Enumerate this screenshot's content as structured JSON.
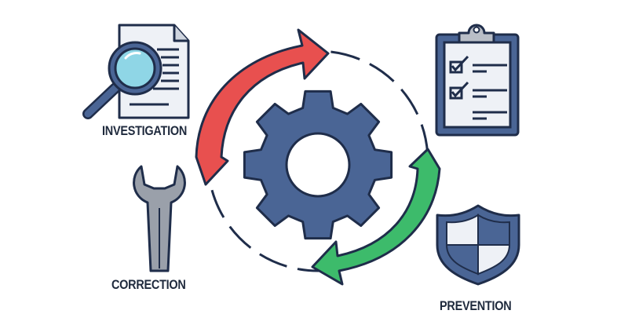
{
  "labels": {
    "investigation": "INVESTIGATION",
    "correction": "CORRECTION",
    "prevention": "PREVENTION"
  },
  "colors": {
    "outline": "#1f2d4a",
    "gear": "#4a6595",
    "red_arrow": "#e8504f",
    "green_arrow": "#3dbb6b",
    "lens": "#8fd6e6",
    "paper": "#eef1f6",
    "clip": "#b9bec7",
    "wrench": "#9aa0aa"
  }
}
